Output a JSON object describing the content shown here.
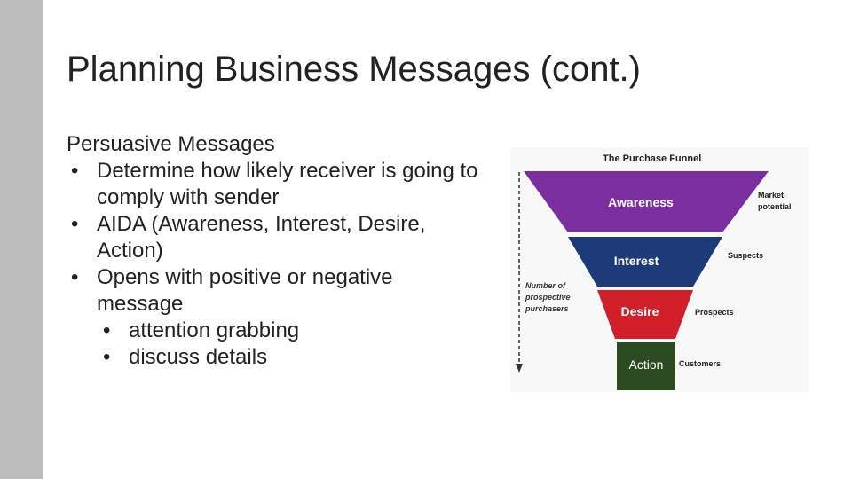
{
  "slide": {
    "title": "Planning Business Messages (cont.)",
    "heading": "Persuasive Messages",
    "bullets": [
      "Determine how likely receiver is going to comply with sender",
      "AIDA (Awareness, Interest, Desire, Action)",
      "Opens with positive or negative message"
    ],
    "sub_bullets": [
      "attention grabbing",
      "discuss details"
    ]
  },
  "funnel": {
    "title": "The Purchase Funnel",
    "axis_label": [
      "Number of",
      "prospective",
      "purchasers"
    ],
    "stages": [
      {
        "label": "Awareness",
        "side": [
          "Market",
          "potential"
        ],
        "color": "#7b2ea0"
      },
      {
        "label": "Interest",
        "side": [
          "Suspects"
        ],
        "color": "#1d3b78"
      },
      {
        "label": "Desire",
        "side": [
          "Prospects"
        ],
        "color": "#d1202a"
      },
      {
        "label": "Action",
        "side": [
          "Customers"
        ],
        "color": "#2c4a21"
      }
    ]
  }
}
